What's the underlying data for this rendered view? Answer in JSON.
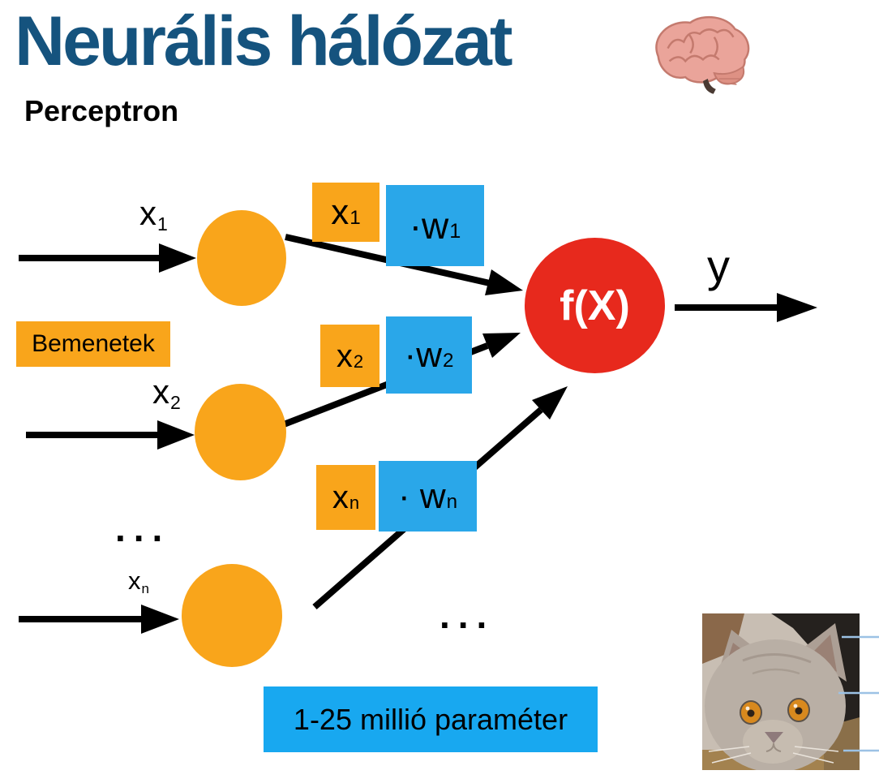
{
  "header": {
    "title": "Neurális hálózat",
    "subtitle": "Perceptron"
  },
  "colors": {
    "title_blue": "#15537E",
    "node_orange": "#F9A51B",
    "weight_blue": "#2AA7E9",
    "param_blue": "#18A8F0",
    "activation_red": "#E7291D",
    "arrow_black": "#000000",
    "callout_blue": "#9CC2E5"
  },
  "diagram": {
    "inputs": [
      {
        "base": "x",
        "sub": "1"
      },
      {
        "base": "x",
        "sub": "2"
      },
      {
        "base": "x",
        "sub": "n"
      }
    ],
    "inputs_box_label": "Bemenetek",
    "xw_rows": [
      {
        "x_base": "x",
        "x_sub": "1",
        "w_base": "·w",
        "w_sub": "1"
      },
      {
        "x_base": "x",
        "x_sub": "2",
        "w_base": "·w",
        "w_sub": "2"
      },
      {
        "x_base": "x",
        "x_sub": "n",
        "w_base": "· w",
        "w_sub": "n"
      }
    ],
    "activation_label": "f(X)",
    "output_label": "y",
    "ellipsis": "...",
    "params_label": "1-25 millió paraméter",
    "icons": {
      "brain": "brain-icon",
      "cat": "cat-photo"
    }
  }
}
